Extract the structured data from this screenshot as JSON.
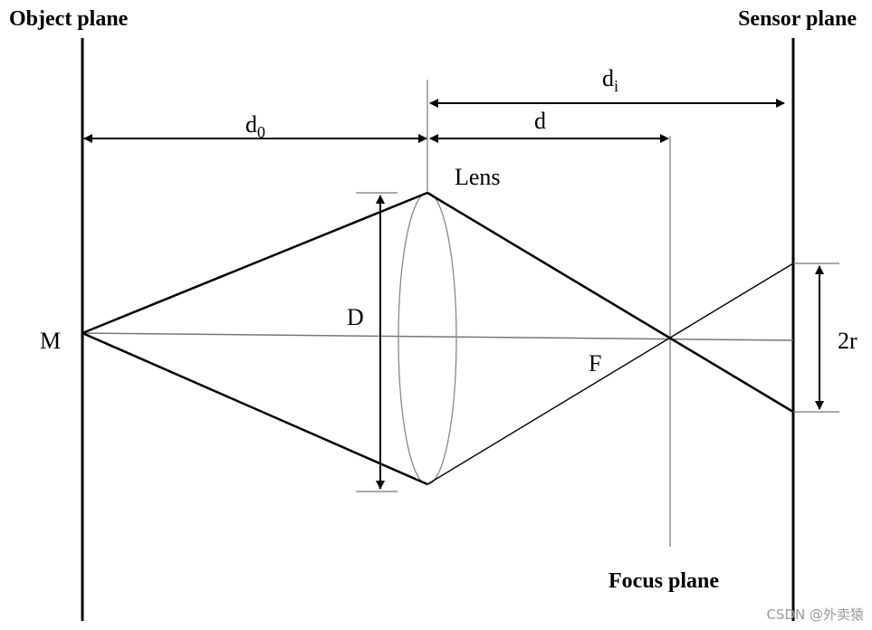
{
  "labels": {
    "object_plane": "Object plane",
    "sensor_plane": "Sensor plane",
    "focus_plane": "Focus plane",
    "lens": "Lens",
    "point_m": "M",
    "focal_point": "F",
    "aperture": "D",
    "blur_diameter": "2r",
    "d_zero_main": "d",
    "d_zero_sub": "0",
    "d_image_main": "d",
    "d_image_sub": "i",
    "d_focus": "d"
  },
  "watermark": "CSDN @外卖猿",
  "colors": {
    "line": "#000000",
    "thin_line": "#777777",
    "watermark": "#9a9a9a"
  }
}
